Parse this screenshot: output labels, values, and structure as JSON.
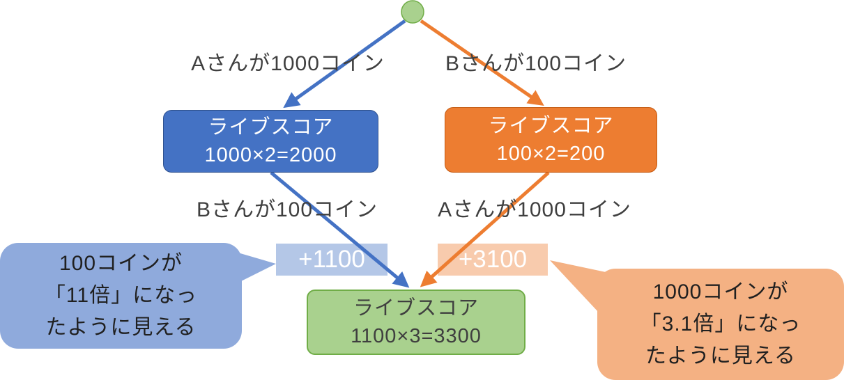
{
  "diagram": {
    "description": "coin-to-live-score flow diagram",
    "edge_labels": {
      "top_left": "Aさんが1000コイン",
      "top_right": "Bさんが100コイン",
      "mid_left": "Bさんが100コイン",
      "mid_right": "Aさんが1000コイン"
    },
    "nodes": {
      "left": {
        "title": "ライブスコア",
        "formula": "1000×2=2000"
      },
      "right": {
        "title": "ライブスコア",
        "formula": "100×2=200"
      },
      "bottom": {
        "title": "ライブスコア",
        "formula": "1100×3=3300"
      }
    },
    "deltas": {
      "left": "+1100",
      "right": "+3100"
    },
    "callouts": {
      "left": {
        "lines": [
          "100コインが",
          "「11倍」になっ",
          "たように見える"
        ]
      },
      "right": {
        "lines": [
          "1000コインが",
          "「3.1倍」になっ",
          "たように見える"
        ]
      }
    },
    "colors": {
      "blue": "#4472C4",
      "blue_border": "#2F528F",
      "orange": "#ED7D31",
      "orange_border": "#C55A11",
      "green_fill": "#A9D18E",
      "green_border": "#70AD47",
      "delta_left_bg": "#B4C7E7",
      "delta_right_bg": "#F8CBAD",
      "callout_left_bg": "#8FAADC",
      "callout_right_bg": "#F4B183",
      "label_text": "#3F3F3F"
    }
  }
}
